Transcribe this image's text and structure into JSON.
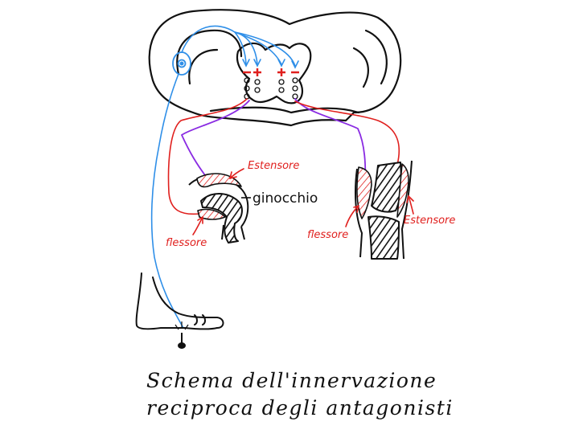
{
  "labels": {
    "extensor_left": "Estensore",
    "knee": "ginocchio",
    "flexor_left": "flessore",
    "flexor_right": "flessore",
    "extensor_right": "Estensore"
  },
  "caption": {
    "line1": "Schema dell'innervazione",
    "line2": "reciproca degli antagonisti"
  },
  "colors": {
    "ink": "#111111",
    "sensory_blue": "#2f8fe8",
    "motor_red": "#e0201e",
    "motor_purple": "#8a2be2",
    "hatch_red": "#e0201e"
  }
}
